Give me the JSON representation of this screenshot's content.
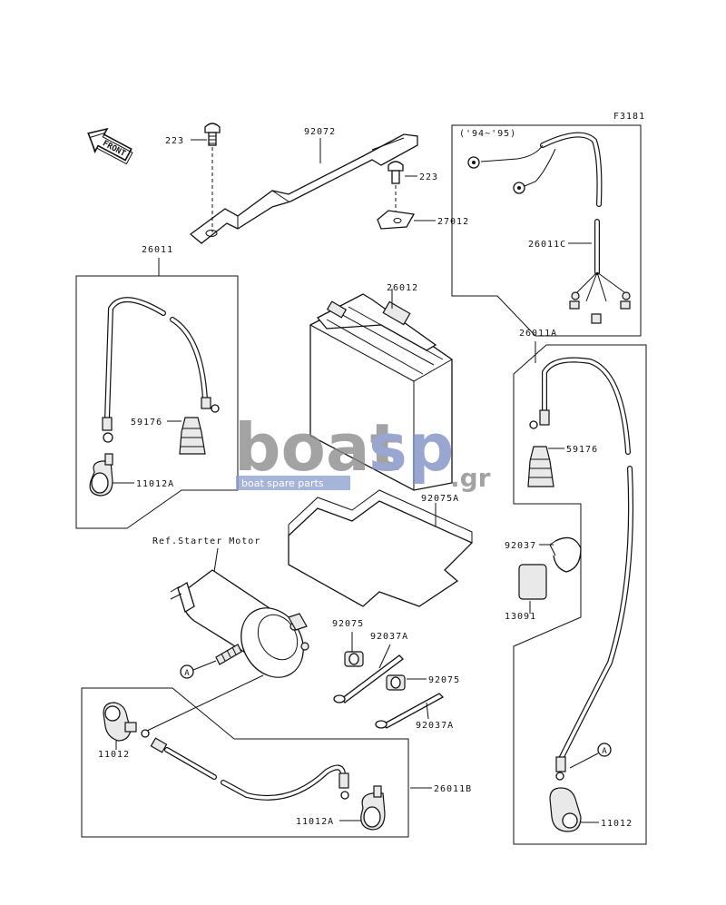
{
  "figure_code": "F3181",
  "front_label": "FRONT",
  "ref_label": "Ref.Starter Motor",
  "year_label": "('94~'95)",
  "circle_ref": "A",
  "watermark": {
    "brand_left": "boat",
    "brand_right": "sp",
    "suffix": ".gr",
    "tagline": "boat spare parts"
  },
  "parts": {
    "p223a": "223",
    "p92072": "92072",
    "p223b": "223",
    "p27012": "27012",
    "p26011": "26011",
    "p26012": "26012",
    "p26011C": "26011C",
    "p59176a": "59176",
    "p11012A_a": "11012A",
    "p92075A": "92075A",
    "p26011A": "26011A",
    "p59176b": "59176",
    "p92037": "92037",
    "p13091": "13091",
    "p92075a": "92075",
    "p92037Aa": "92037A",
    "p92075b": "92075",
    "p92037Ab": "92037A",
    "p11012a": "11012",
    "p26011B": "26011B",
    "p11012A_b": "11012A",
    "p11012b": "11012"
  }
}
